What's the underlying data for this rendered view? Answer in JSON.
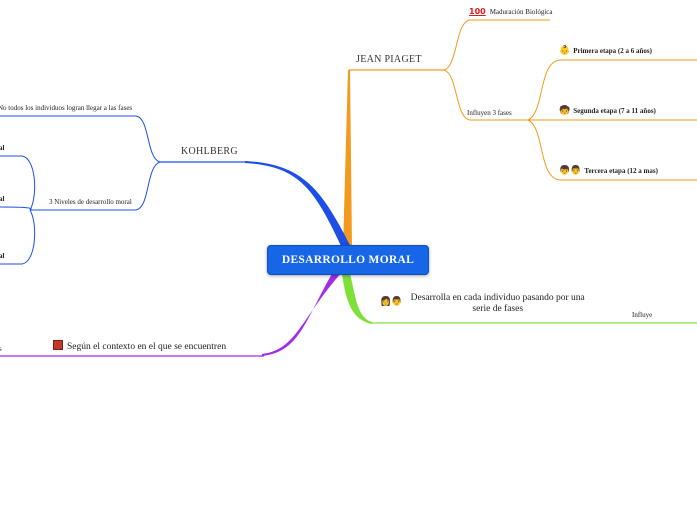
{
  "center": {
    "label": "DESARROLLO MORAL"
  },
  "colors": {
    "piaget": "#f39a1e",
    "kohlberg": "#1d4fe6",
    "serie": "#7fe03a",
    "contexto": "#a22ce6",
    "center_fill": "#1766e8"
  },
  "piaget": {
    "label": "JEAN PIAGET",
    "maduracion": {
      "icon": "hundred-points-icon",
      "label": "Maduración Biológica"
    },
    "influyen": "Influyen 3 fases",
    "etapas": [
      {
        "icon": "baby-icon",
        "label": "Primera etapa (2 a 6 años)"
      },
      {
        "icon": "child-icon",
        "label": "Segunda etapa (7 a 11 años)"
      },
      {
        "icon": "boy-man-icon",
        "label": "Tercera etapa (12 a mas)"
      }
    ]
  },
  "kohlberg": {
    "label": "KOHLBERG",
    "no_todos": "No todos los individuos logran llegar a las fases",
    "niveles": "3 Niveles de desarrollo moral",
    "sub_nodes": [
      "al",
      "al",
      "al"
    ]
  },
  "serie": {
    "icon": "woman-man-icon",
    "label": "Desarrolla en cada individuo pasando por una serie de fases",
    "influye": "Influye"
  },
  "contexto": {
    "icon": "picture-icon",
    "label": "Según el contexto en el que se encuentren",
    "left_fragment": "s"
  }
}
